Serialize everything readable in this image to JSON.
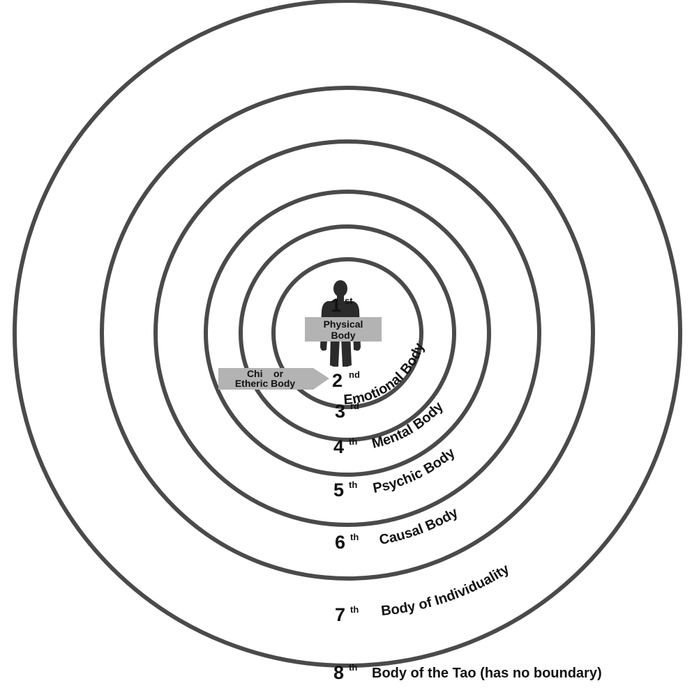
{
  "diagram": {
    "colors": {
      "ring": "#4a4a4a",
      "text": "#111111",
      "label_box": "#b3b3b3",
      "figure": "#2b2b2b"
    },
    "figure_icon": "human-figure-icon",
    "bodies": [
      {
        "number": "1",
        "suffix": "st",
        "label_line1": "Physical",
        "label_line2": "Body"
      },
      {
        "number": "2",
        "suffix": "nd",
        "label_line1": "Chi    or",
        "label_line2": "Etheric Body"
      },
      {
        "number": "3",
        "suffix": "rd",
        "label": "Emotional Body"
      },
      {
        "number": "4",
        "suffix": "th",
        "label": "Mental Body"
      },
      {
        "number": "5",
        "suffix": "th",
        "label": "Psychic Body"
      },
      {
        "number": "6",
        "suffix": "th",
        "label": "Causal Body"
      },
      {
        "number": "7",
        "suffix": "th",
        "label": "Body of Individuality"
      },
      {
        "number": "8",
        "suffix": "th",
        "label": "Body of the Tao (has no boundary)"
      }
    ]
  }
}
